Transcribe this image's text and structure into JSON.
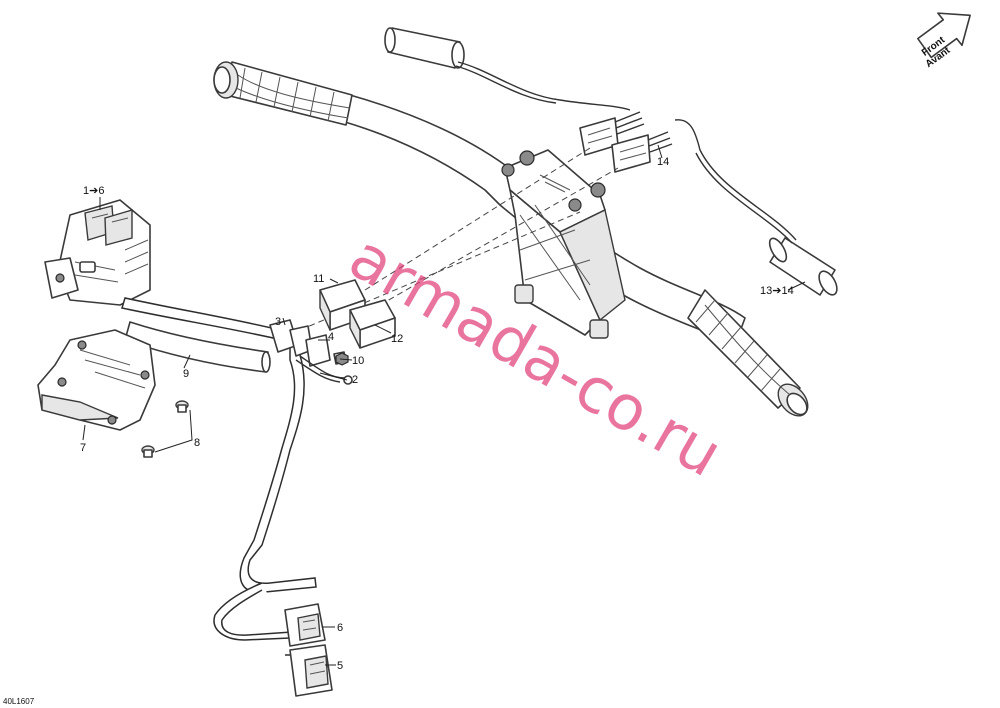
{
  "diagram": {
    "reference_code": "40L1607",
    "watermark": "armada-co.ru",
    "direction_badge": {
      "line1": "Front",
      "line2": "Avant",
      "icon": "arrow-right-icon"
    },
    "callouts": [
      {
        "id": "c1",
        "text": "1➔6"
      },
      {
        "id": "c2",
        "text": "2"
      },
      {
        "id": "c3",
        "text": "3"
      },
      {
        "id": "c4",
        "text": "4"
      },
      {
        "id": "c5",
        "text": "5"
      },
      {
        "id": "c6",
        "text": "6"
      },
      {
        "id": "c7",
        "text": "7"
      },
      {
        "id": "c8",
        "text": "8"
      },
      {
        "id": "c9",
        "text": "9"
      },
      {
        "id": "c10",
        "text": "10"
      },
      {
        "id": "c11",
        "text": "11"
      },
      {
        "id": "c12",
        "text": "12"
      },
      {
        "id": "c13",
        "text": "13➔14"
      },
      {
        "id": "c14",
        "text": "14"
      }
    ]
  }
}
